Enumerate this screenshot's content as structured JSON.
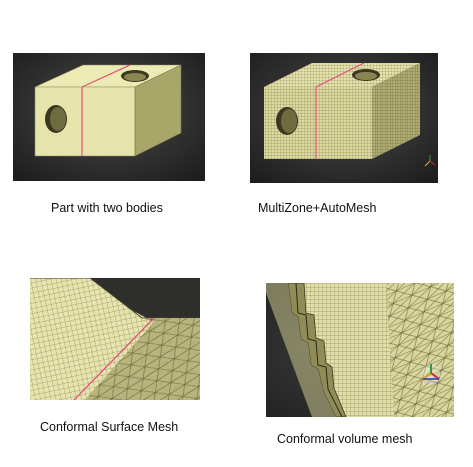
{
  "captions": {
    "part": "Part with two bodies",
    "multizone": "MultiZone+AutoMesh",
    "surface": "Conformal Surface Mesh",
    "volume": "Conformal volume mesh"
  },
  "colors": {
    "background_dark": "#2b2b2b",
    "mesh_face_light": "#ecebb4",
    "mesh_face_mid": "#d8d699",
    "mesh_face_dark": "#a9a66a",
    "interface_line": "#e05080",
    "mesh_line": "#4b4a30"
  }
}
